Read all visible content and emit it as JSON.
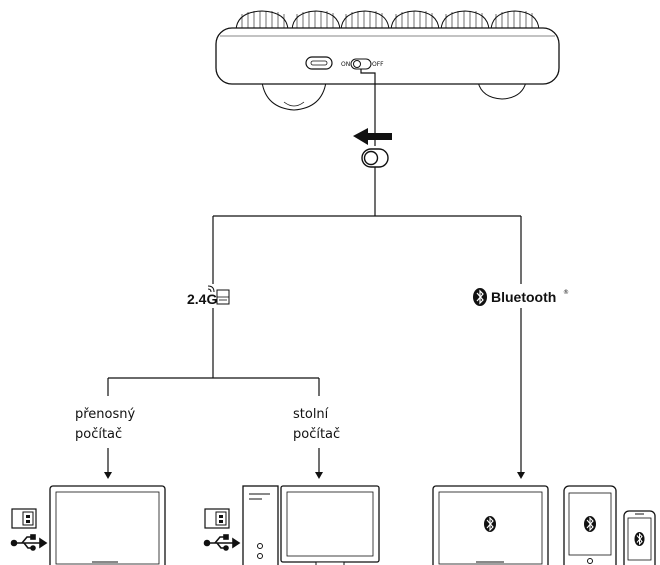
{
  "switch": {
    "on_label": "ON",
    "off_label": "OFF"
  },
  "connection_24": {
    "label": "2.4G"
  },
  "connection_bt": {
    "label": "Bluetooth",
    "trademark": "®"
  },
  "targets": {
    "laptop": {
      "line1": "přenosný",
      "line2": "počítač"
    },
    "desktop": {
      "line1": "stolní",
      "line2": "počítač"
    }
  },
  "icons": [
    "usb-receiver-icon",
    "usb-symbol-icon",
    "bluetooth-icon",
    "arrow-left-icon",
    "toggle-switch-icon"
  ]
}
